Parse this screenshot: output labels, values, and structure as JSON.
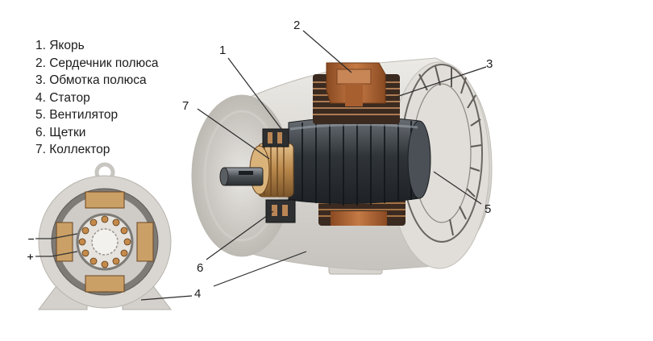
{
  "legend": [
    "1. Якорь",
    "2. Сердечник полюса",
    "3. Обмотка полюса",
    "4. Статор",
    "5. Вентилятор",
    "6. Щетки",
    "7. Коллектор"
  ],
  "callouts": {
    "armature": "1",
    "pole_core": "2",
    "pole_winding": "3",
    "stator": "4",
    "fan": "5",
    "brushes": "6",
    "commutator": "7"
  },
  "polarity": {
    "minus": "−",
    "plus": "+"
  },
  "colors": {
    "housing": "#dcdad6",
    "copper": "#b76a3a",
    "armature_dark": "#3a3f44",
    "commutator": "#c89a5c",
    "line": "#2a2a2a"
  }
}
